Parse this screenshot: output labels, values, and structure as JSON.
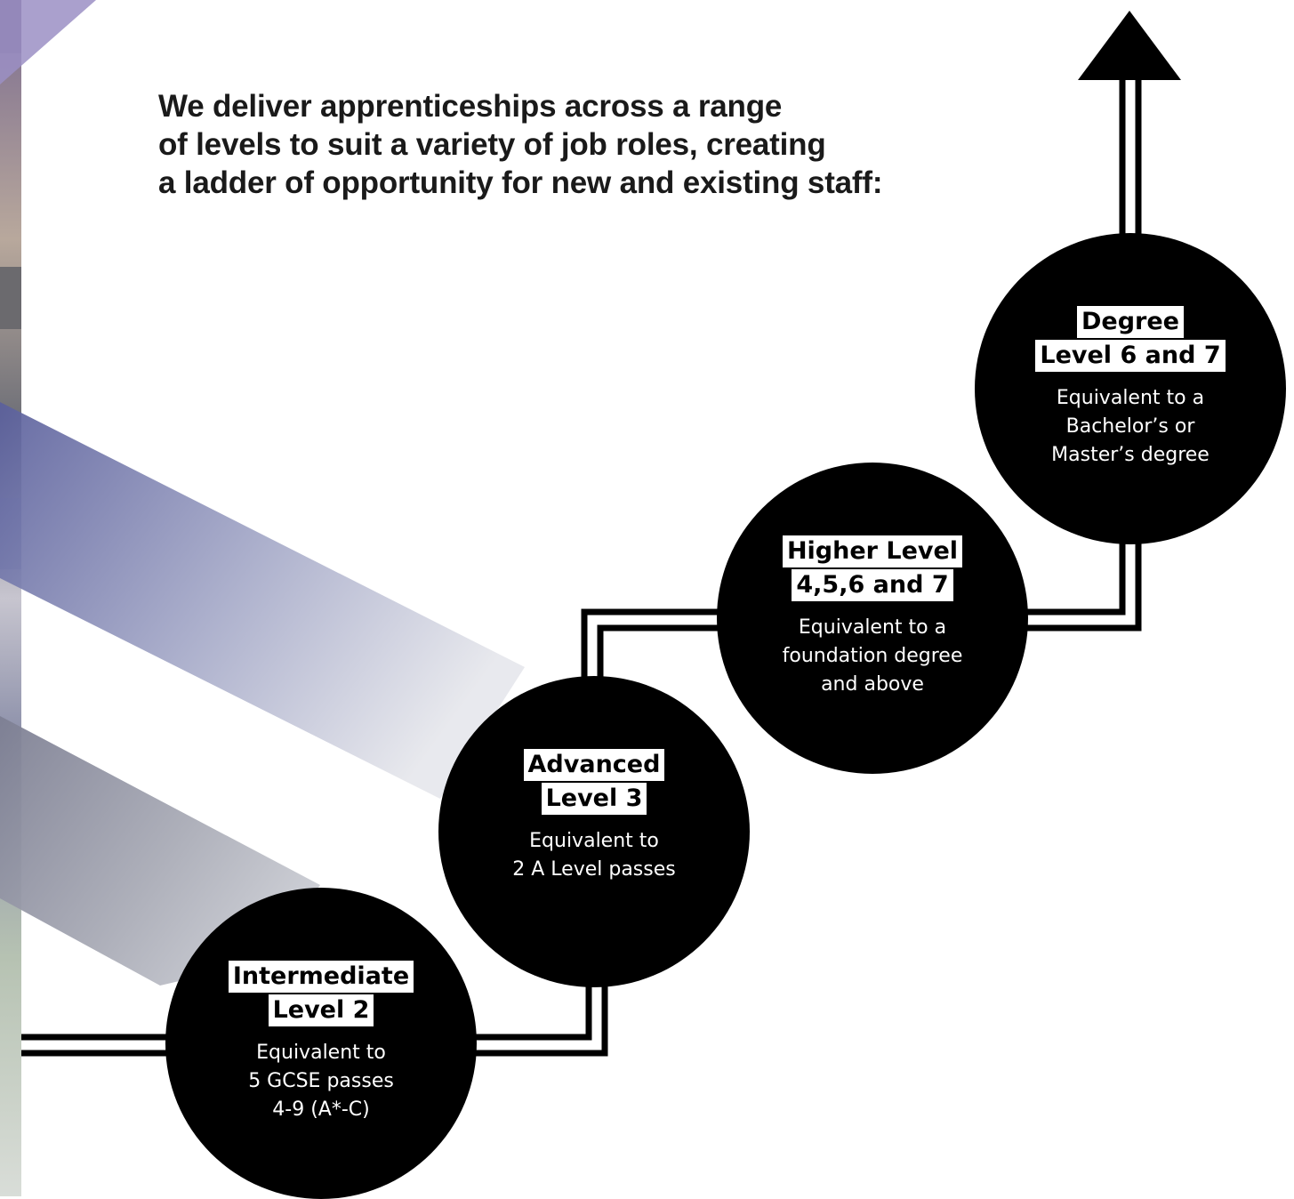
{
  "intro": {
    "lines": [
      "We deliver apprenticeships across a range",
      "of levels to suit a variety of job roles, creating",
      "a ladder of opportunity for new and existing staff:"
    ]
  },
  "levels": [
    {
      "title_lines": [
        "Intermediate",
        "Level 2"
      ],
      "desc_lines": [
        "Equivalent to",
        "5 GCSE passes",
        "4-9 (A*-C)"
      ]
    },
    {
      "title_lines": [
        "Advanced",
        "Level 3"
      ],
      "desc_lines": [
        "Equivalent to",
        "2 A Level passes"
      ]
    },
    {
      "title_lines": [
        "Higher Level",
        "4,5,6 and 7"
      ],
      "desc_lines": [
        "Equivalent to a",
        "foundation degree",
        "and above"
      ]
    },
    {
      "title_lines": [
        "Degree",
        "Level 6 and 7"
      ],
      "desc_lines": [
        "Equivalent to a",
        "Bachelor’s or",
        "Master’s degree"
      ]
    }
  ],
  "colors": {
    "node_fill": "#000000",
    "label_bg": "#ffffff",
    "connector": "#000000",
    "band_blue": "#6d72a8",
    "band_grey": "#8a8c9c",
    "band_purple": "#8e7fb8"
  }
}
